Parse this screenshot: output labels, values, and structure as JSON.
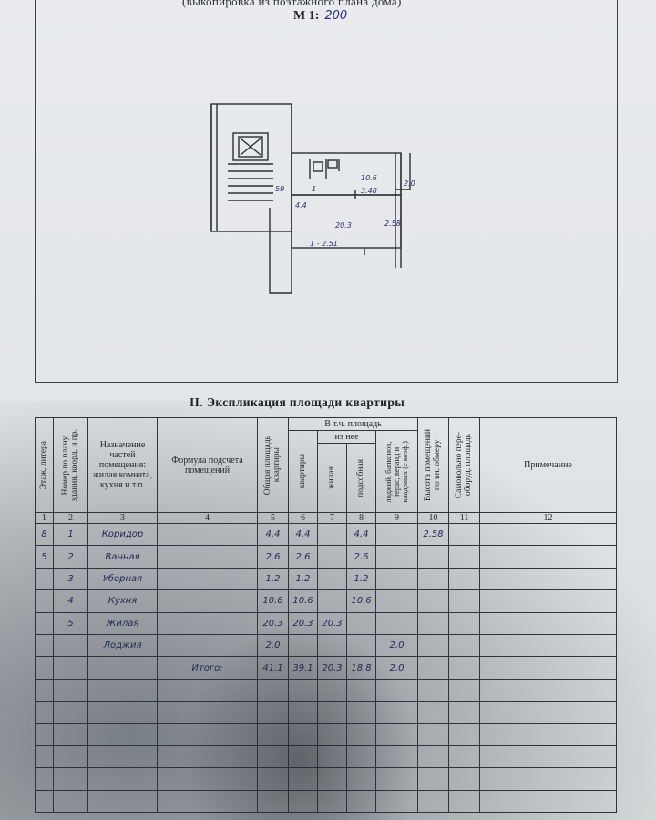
{
  "header": {
    "subtitle": "(выкопировка из поэтажного плана дома)",
    "scale_label": "М 1:",
    "scale_value": "200"
  },
  "plan": {
    "labels": [
      "59",
      "1",
      "10.6",
      "3.48",
      "2.0",
      "20.3",
      "1 - 2.51",
      "4.4",
      "2.58"
    ]
  },
  "section_title": "II. Экспликация площади квартиры",
  "table": {
    "headers": {
      "c1": "Этаж, литера",
      "c2": "Номер по плану\nздания, коорд. и пр.",
      "c3": "Назначение частей помещения: жилая комната, кухня и т.п.",
      "c4": "Формула подсчета помещений",
      "c5": "Общая площадь\nквартиры",
      "group": "В т.ч. площадь",
      "c6": "квартиры",
      "subgroup": "из нее",
      "c7": "жилая",
      "c8": "подсобная",
      "c9": "лоджий, балконов,\nтерас, веранд и\nкладовых (с коэф.)",
      "c10": "Высота помещений\nпо вн. обмеру",
      "c11": "Самовольно пере-\nоборуд. площадь",
      "c12": "Примечание"
    },
    "col_numbers": [
      "1",
      "2",
      "3",
      "4",
      "5",
      "6",
      "7",
      "8",
      "9",
      "10",
      "11",
      "12"
    ],
    "rows": [
      {
        "floor": "8",
        "num": "1",
        "name": "Коридор",
        "formula": "",
        "total": "4.4",
        "flat": "4.4",
        "living": "",
        "aux": "4.4",
        "loggia": "",
        "height": "2.58",
        "unauth": "",
        "note": ""
      },
      {
        "floor": "5",
        "num": "2",
        "name": "Ванная",
        "formula": "",
        "total": "2.6",
        "flat": "2.6",
        "living": "",
        "aux": "2.6",
        "loggia": "",
        "height": "",
        "unauth": "",
        "note": ""
      },
      {
        "floor": "",
        "num": "3",
        "name": "Уборная",
        "formula": "",
        "total": "1.2",
        "flat": "1.2",
        "living": "",
        "aux": "1.2",
        "loggia": "",
        "height": "",
        "unauth": "",
        "note": ""
      },
      {
        "floor": "",
        "num": "4",
        "name": "Кухня",
        "formula": "",
        "total": "10.6",
        "flat": "10.6",
        "living": "",
        "aux": "10.6",
        "loggia": "",
        "height": "",
        "unauth": "",
        "note": ""
      },
      {
        "floor": "",
        "num": "5",
        "name": "Жилая",
        "formula": "",
        "total": "20.3",
        "flat": "20.3",
        "living": "20.3",
        "aux": "",
        "loggia": "",
        "height": "",
        "unauth": "",
        "note": ""
      },
      {
        "floor": "",
        "num": "",
        "name": "Лоджия",
        "formula": "",
        "total": "2.0",
        "flat": "",
        "living": "",
        "aux": "",
        "loggia": "2.0",
        "height": "",
        "unauth": "",
        "note": ""
      },
      {
        "floor": "",
        "num": "",
        "name": "",
        "formula": "Итого:",
        "total": "41.1",
        "flat": "39.1",
        "living": "20.3",
        "aux": "18.8",
        "loggia": "2.0",
        "height": "",
        "unauth": "",
        "note": ""
      },
      {
        "floor": "",
        "num": "",
        "name": "",
        "formula": "",
        "total": "",
        "flat": "",
        "living": "",
        "aux": "",
        "loggia": "",
        "height": "",
        "unauth": "",
        "note": ""
      },
      {
        "floor": "",
        "num": "",
        "name": "",
        "formula": "",
        "total": "",
        "flat": "",
        "living": "",
        "aux": "",
        "loggia": "",
        "height": "",
        "unauth": "",
        "note": ""
      },
      {
        "floor": "",
        "num": "",
        "name": "",
        "formula": "",
        "total": "",
        "flat": "",
        "living": "",
        "aux": "",
        "loggia": "",
        "height": "",
        "unauth": "",
        "note": ""
      },
      {
        "floor": "",
        "num": "",
        "name": "",
        "formula": "",
        "total": "",
        "flat": "",
        "living": "",
        "aux": "",
        "loggia": "",
        "height": "",
        "unauth": "",
        "note": ""
      },
      {
        "floor": "",
        "num": "",
        "name": "",
        "formula": "",
        "total": "",
        "flat": "",
        "living": "",
        "aux": "",
        "loggia": "",
        "height": "",
        "unauth": "",
        "note": ""
      },
      {
        "floor": "",
        "num": "",
        "name": "",
        "formula": "",
        "total": "",
        "flat": "",
        "living": "",
        "aux": "",
        "loggia": "",
        "height": "",
        "unauth": "",
        "note": ""
      }
    ]
  }
}
